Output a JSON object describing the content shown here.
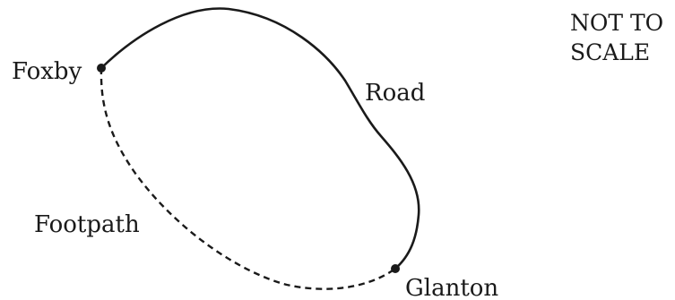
{
  "diagram": {
    "places": {
      "foxby": "Foxby",
      "glanton": "Glanton"
    },
    "routes": {
      "road": "Road",
      "footpath": "Footpath"
    },
    "scale_note": {
      "line1": "NOT TO",
      "line2": "SCALE"
    },
    "colors": {
      "ink": "#1a1a1a",
      "background": "#ffffff"
    }
  }
}
